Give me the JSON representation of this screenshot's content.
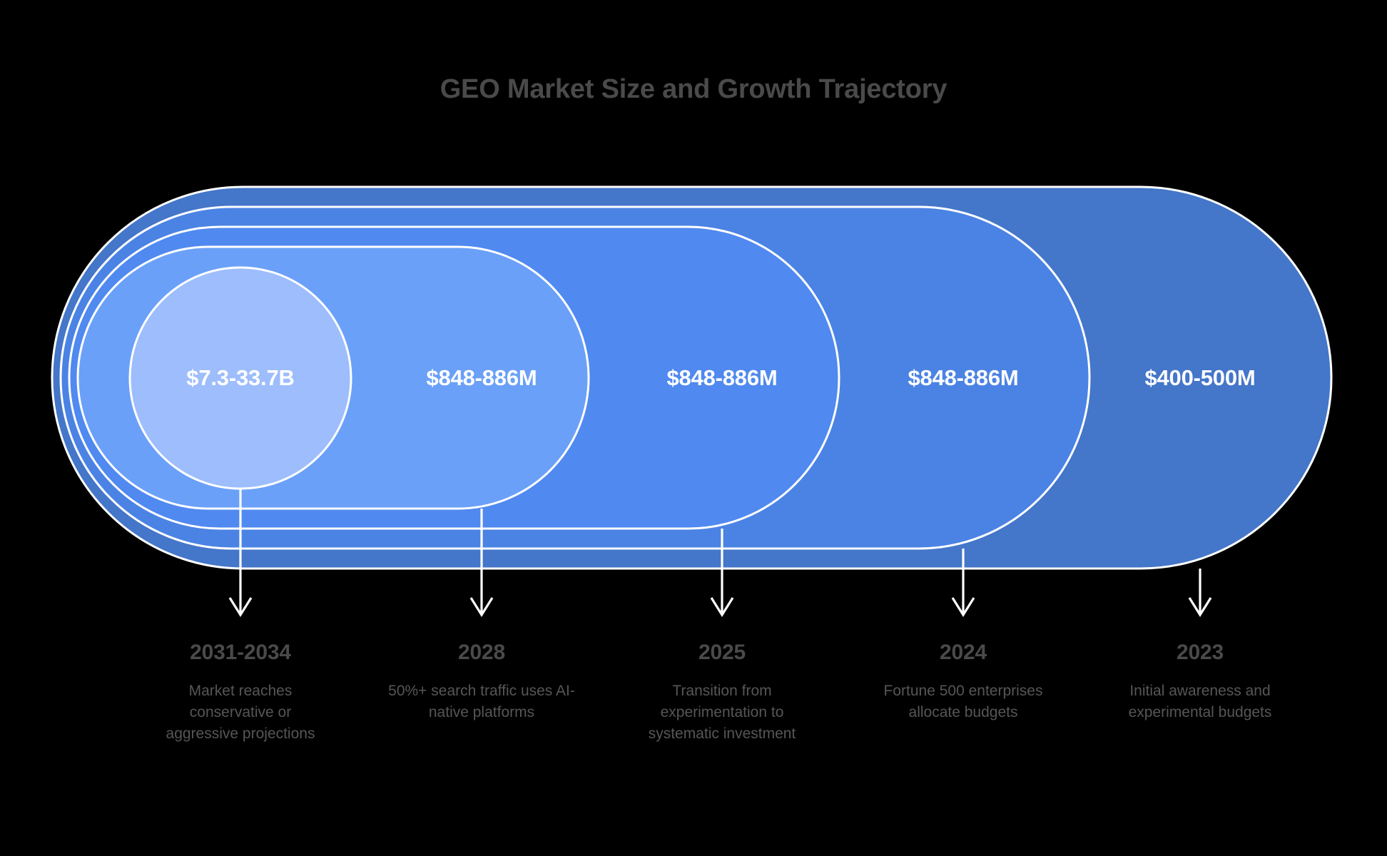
{
  "title": "GEO Market Size and Growth Trajectory",
  "background_color": "#000000",
  "title_color": "#4a4a4a",
  "stroke_color": "#ffffff",
  "value_text_color": "#ffffff",
  "year_text_color": "#4a4a4a",
  "desc_text_color": "#565656",
  "chart_data": {
    "type": "funnel",
    "title": "GEO Market Size and Growth Trajectory",
    "xlabel": "",
    "ylabel": "",
    "orientation": "horizontal-nested",
    "legend": "none",
    "grid": false,
    "categories": [
      "2031-2034",
      "2028",
      "2025",
      "2024",
      "2023"
    ],
    "values": [
      "$7.3-33.7B",
      "$848-886M",
      "$848-886M",
      "$848-886M",
      "$400-500M"
    ],
    "stages": [
      {
        "year": "2031-2034",
        "value": "$7.3-33.7B",
        "description": "Market reaches conservative or aggressive projections",
        "color": "#9dbdfc",
        "depth": 5
      },
      {
        "year": "2028",
        "value": "$848-886M",
        "description": "50%+ search traffic uses AI-native platforms",
        "color": "#6aa0f8",
        "depth": 4
      },
      {
        "year": "2025",
        "value": "$848-886M",
        "description": "Transition from experimentation to systematic investment",
        "color": "#5089ef",
        "depth": 3
      },
      {
        "year": "2024",
        "value": "$848-886M",
        "description": "Fortune 500 enterprises allocate budgets",
        "color": "#4b83e4",
        "depth": 2
      },
      {
        "year": "2023",
        "value": "$400-500M",
        "description": "Initial awareness and experimental budgets",
        "color": "#4476c9",
        "depth": 1
      }
    ]
  }
}
